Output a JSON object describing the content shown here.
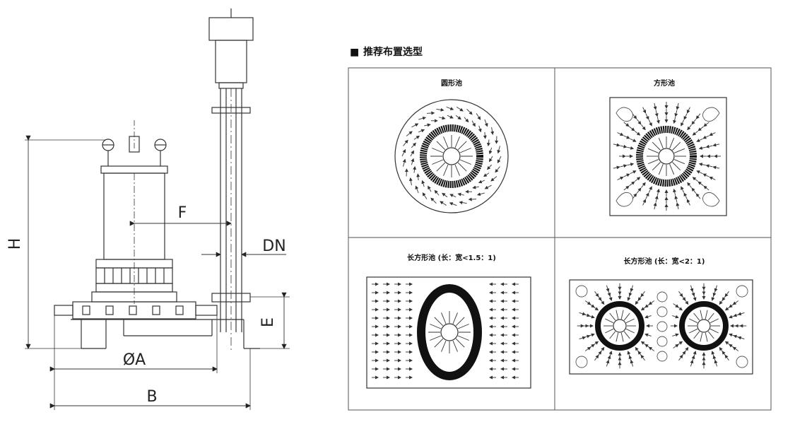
{
  "drawing": {
    "labels": {
      "H": "H",
      "F": "F",
      "DN": "DN",
      "E": "E",
      "A": "ØA",
      "B": "B"
    }
  },
  "layout_section": {
    "marker": "■",
    "heading": "推荐布置选型",
    "panels": [
      {
        "title": "圆形池"
      },
      {
        "title": "方形池"
      },
      {
        "title": "长方形池 (长：宽<1.5：1)"
      },
      {
        "title": "长方形池 (长：宽<2：1)"
      }
    ]
  }
}
